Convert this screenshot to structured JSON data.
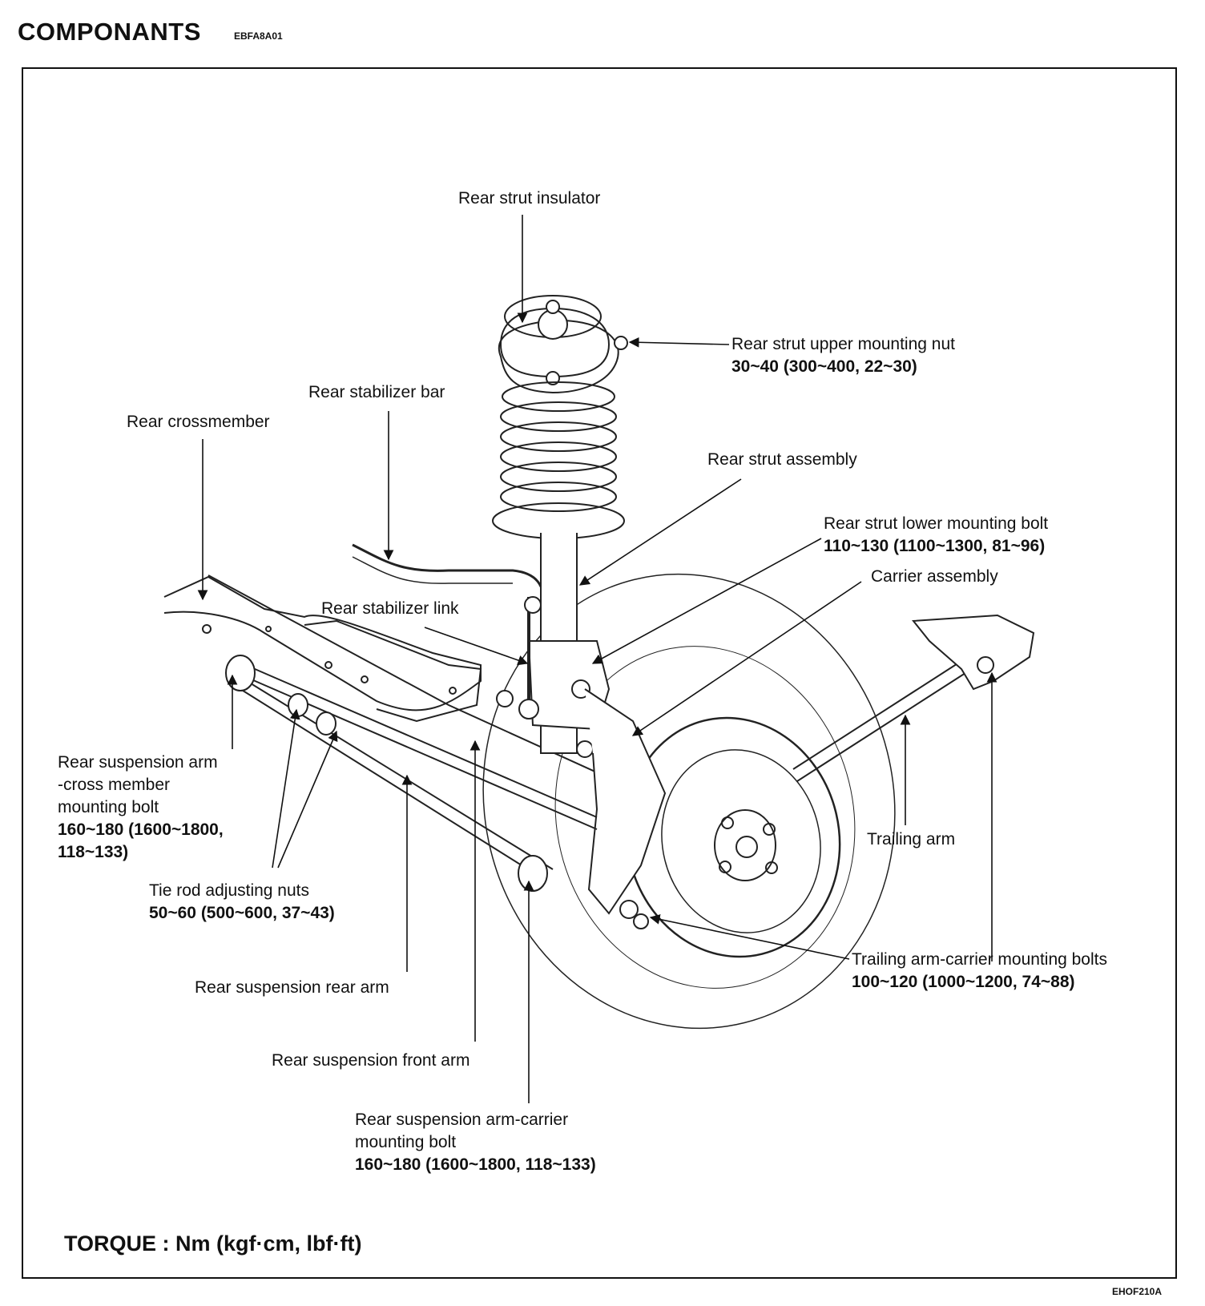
{
  "header": {
    "title": "COMPONANTS",
    "code": "EBFA8A01"
  },
  "figure_code": "EHOF210A",
  "torque_note": "TORQUE : Nm (kgf·cm, lbf·ft)",
  "labels": {
    "strut_insulator": {
      "name": "Rear strut insulator"
    },
    "strut_upper_nut": {
      "name": "Rear strut upper mounting nut",
      "torque": "30~40 (300~400, 22~30)"
    },
    "stabilizer_bar": {
      "name": "Rear stabilizer bar"
    },
    "crossmember": {
      "name": "Rear crossmember"
    },
    "strut_assembly": {
      "name": "Rear strut assembly"
    },
    "strut_lower_bolt": {
      "name": "Rear strut lower mounting bolt",
      "torque": "110~130 (1100~1300, 81~96)"
    },
    "carrier_assembly": {
      "name": "Carrier assembly"
    },
    "stabilizer_link": {
      "name": "Rear stabilizer link"
    },
    "arm_crossmember_bolt": {
      "name_lines": [
        "Rear suspension arm",
        "-cross member",
        "mounting bolt"
      ],
      "torque_lines": [
        "160~180 (1600~1800,",
        "118~133)"
      ]
    },
    "trailing_arm": {
      "name": "Trailing arm"
    },
    "tie_rod_nuts": {
      "name": "Tie rod adjusting nuts",
      "torque": "50~60 (500~600, 37~43)"
    },
    "trailing_carrier_bolts": {
      "name": "Trailing arm-carrier mounting bolts",
      "torque": "100~120 (1000~1200, 74~88)"
    },
    "rear_arm": {
      "name": "Rear suspension rear arm"
    },
    "front_arm": {
      "name": "Rear suspension front arm"
    },
    "arm_carrier_bolt": {
      "name_lines": [
        "Rear suspension arm-carrier",
        "mounting bolt"
      ],
      "torque": "160~180 (1600~1800, 118~133)"
    }
  }
}
